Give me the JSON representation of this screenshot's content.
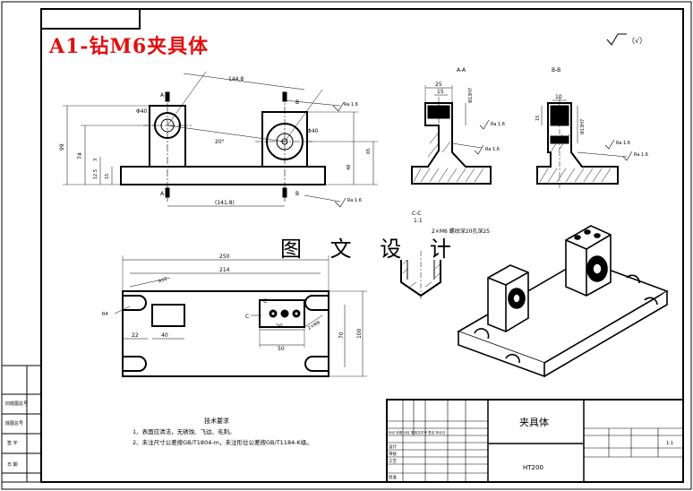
{
  "title": "A1-钻M6夹具体",
  "watermark": "图 文 设 计",
  "roughness_symbol": "√‾（√）",
  "section_labels": {
    "aa": "A-A",
    "bb": "B-B",
    "cc": "C-C",
    "cc_scale": "1:1"
  },
  "front_view": {
    "dims": {
      "height_total": "99",
      "height_mid": "74",
      "h_small_a": "3",
      "h_small_b": "12.5",
      "h_small_c": "15",
      "height_right_a": "48",
      "height_right_b": "65",
      "dist_horizontal": "(141.8)",
      "dist_angled": "144.8",
      "hole_left": "Φ40",
      "hole_right": "Φ40",
      "angle": "20°"
    },
    "markers": {
      "a": "A",
      "b": "B"
    },
    "roughness": "Ra 1.6"
  },
  "section_aa": {
    "dims": {
      "w1": "25",
      "w2": "15",
      "hole": "Φ13H7"
    },
    "roughness": "Ra 1.6"
  },
  "section_bb": {
    "dims": {
      "w": "10",
      "h": "15",
      "hole": "Φ13H7"
    },
    "roughness": "Ra 1.6"
  },
  "thread_note": "2×M6   螺纹深20孔深25",
  "top_view": {
    "dims": {
      "length": "250",
      "inner": "214",
      "r": "R12",
      "rad": "R4",
      "d22": "22",
      "d40": "40",
      "d20": "20",
      "d50": "50",
      "w70": "70",
      "w100": "100",
      "m6": "2×M6"
    },
    "marker_c": "C"
  },
  "tech_req": {
    "heading": "技术要求",
    "lines": [
      "1、表面应清洁，无锈蚀、飞边、毛刺。",
      "2、未注尺寸公差按GB/T1804-m，未注形位公差按GB/T1184-K级。"
    ]
  },
  "title_block": {
    "part_name": "夹具体",
    "material": "HT200",
    "scale": "1:1",
    "header_row": "标记 处数 分区 更改文件号 签名 年月日",
    "role_labels": [
      "设计",
      "审核",
      "工艺"
    ],
    "approve": "批准"
  },
  "left_block": [
    "旧底图总号",
    "底图总号",
    "签 字",
    "日 期"
  ]
}
